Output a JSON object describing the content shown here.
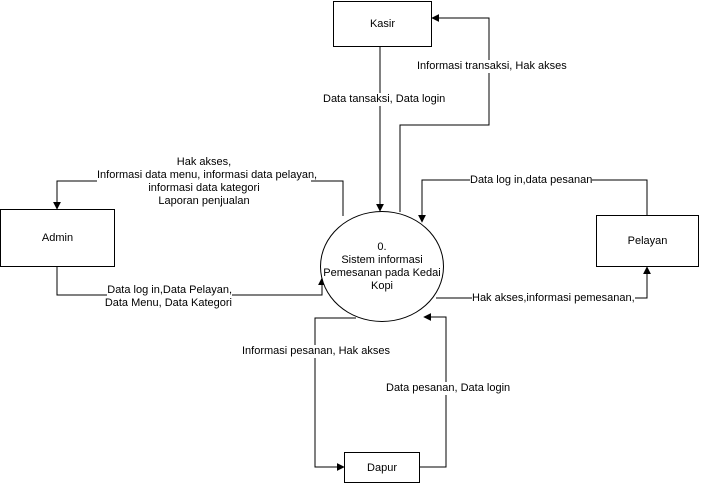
{
  "entities": {
    "kasir": "Kasir",
    "admin": "Admin",
    "pelayan": "Pelayan",
    "dapur": "Dapur"
  },
  "process": {
    "number": "0.",
    "line1": "Sistem informasi",
    "line2": "Pemesanan pada Kedai",
    "line3": "Kopi"
  },
  "flows": {
    "kasir_to_system": "Data tansaksi, Data login",
    "system_to_kasir": "Informasi transaksi, Hak akses",
    "system_to_admin": [
      "Hak akses,",
      "Informasi data menu, informasi data pelayan,",
      "informasi data kategori",
      "Laporan  penjualan"
    ],
    "admin_to_system": [
      "Data log in,Data Pelayan,",
      "Data Menu, Data Kategori"
    ],
    "pelayan_to_system": "Data log in,data pesanan",
    "system_to_pelayan": "Hak akses,informasi pemesanan,",
    "system_to_dapur": "Informasi pesanan, Hak akses",
    "dapur_to_system": "Data pesanan, Data login"
  }
}
